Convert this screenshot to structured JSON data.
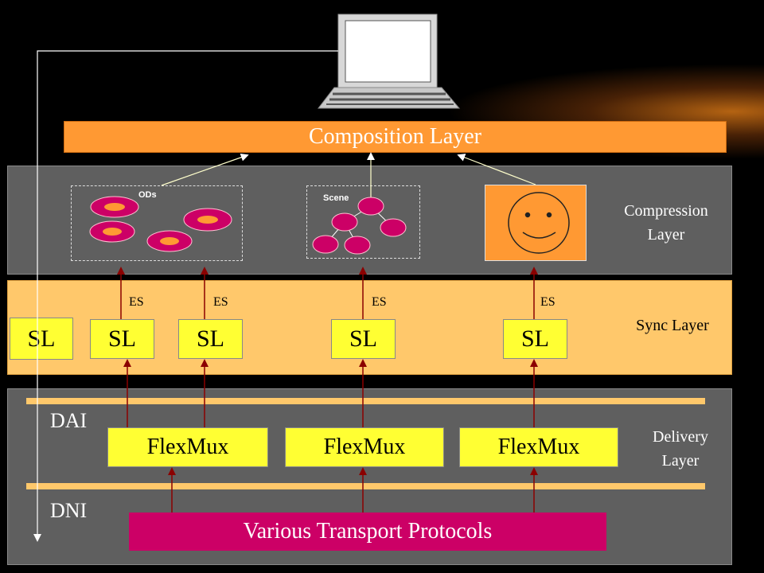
{
  "composition": {
    "label": "Composition Layer"
  },
  "compression": {
    "label_line1": "Compression",
    "label_line2": "Layer",
    "ods_label": "ODs",
    "scene_label": "Scene"
  },
  "sync": {
    "label": "Sync Layer",
    "sl_label": "SL",
    "es_label": "ES"
  },
  "delivery": {
    "label_line1": "Delivery",
    "label_line2": "Layer",
    "dai_label": "DAI",
    "dni_label": "DNI",
    "flexmux_label": "FlexMux",
    "transport_label": "Various Transport Protocols"
  },
  "icons": {
    "computer": "laptop-icon",
    "face": "smiley-face-icon"
  },
  "colors": {
    "composition": "#ff9933",
    "compression_bg": "#5f5f5f",
    "sync_bg": "#ffc86b",
    "sl_box": "#ffff33",
    "flexmux": "#ffff33",
    "transport": "#cc0066",
    "arrows": "#8b0000"
  }
}
